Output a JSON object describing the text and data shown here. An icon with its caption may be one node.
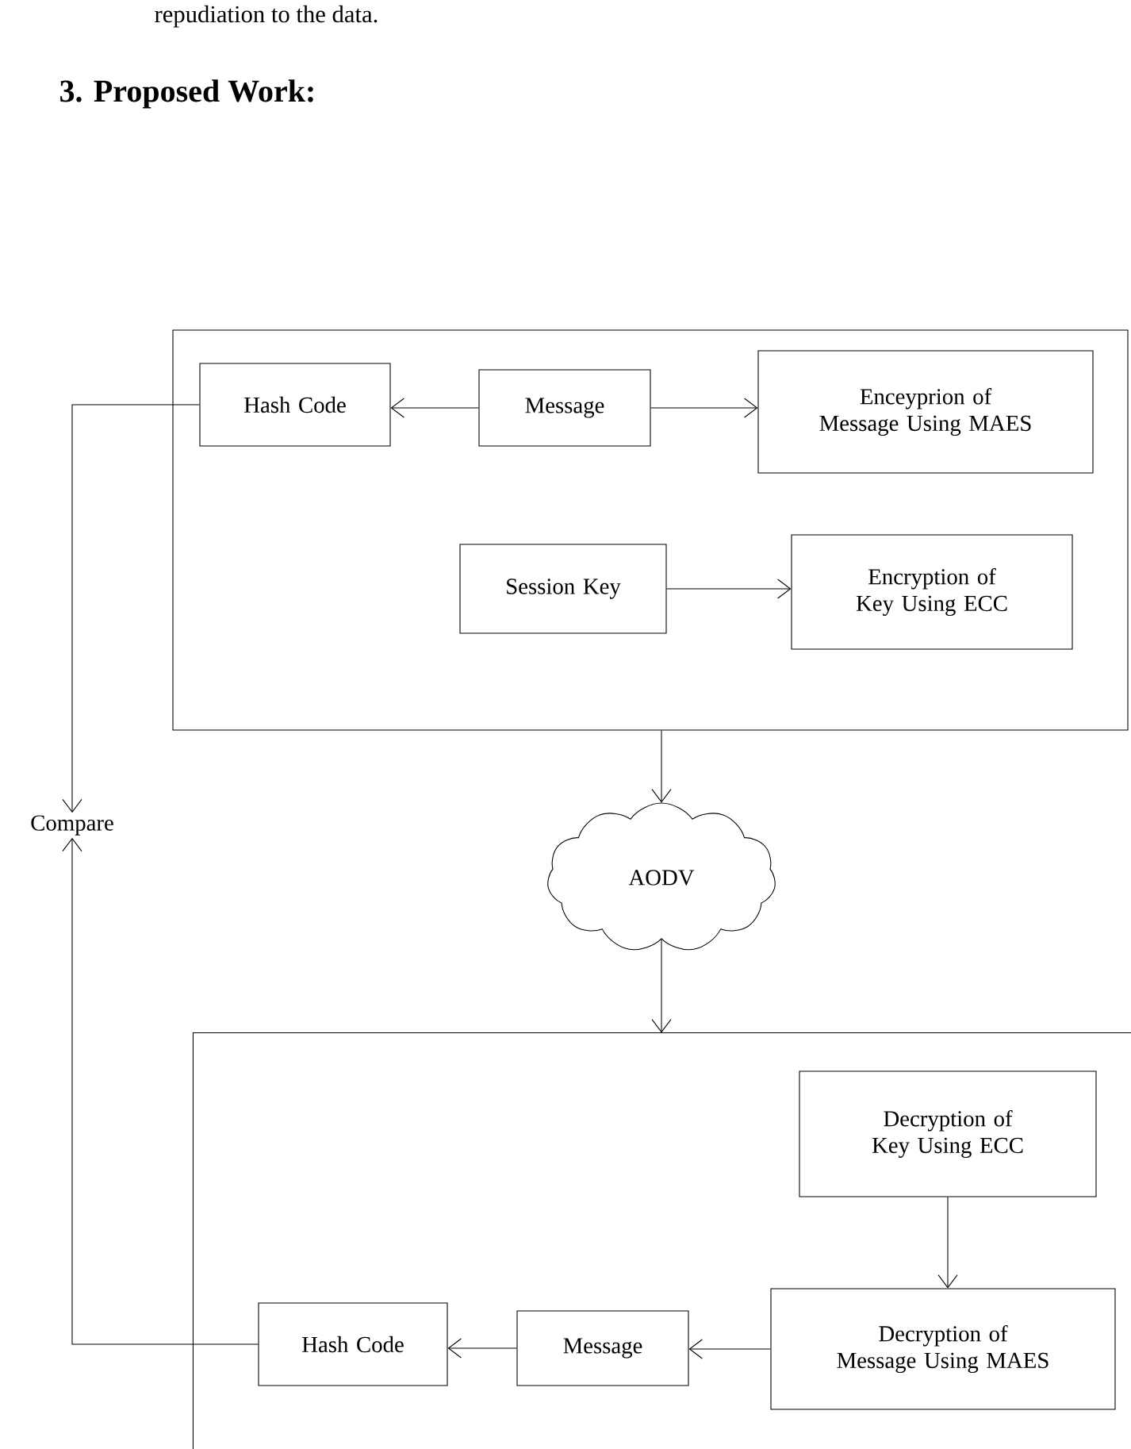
{
  "diagram": {
    "title": "3. Proposed Work:",
    "nodes": [
      {
        "text": [],
        "shape": "box"
      },
      {
        "text": [
          "Hash Code"
        ],
        "in": 0
      },
      {
        "text": [
          "Message"
        ],
        "in": 0
      },
      {
        "text": [
          "Enceyprion of Message Using MAES"
        ],
        "in": 0
      },
      {
        "text": [
          "Session Key"
        ],
        "in": 0
      },
      {
        "text": [
          "Encryption of Key Using ECC"
        ],
        "in": 0
      },
      {
        "text": [
          "Compare"
        ]
      },
      {
        "text": [
          "AODV"
        ]
      },
      {
        "text": [],
        "shape": "box"
      },
      {
        "text": [
          "Decryption of Key Using ECC"
        ],
        "in": 8
      },
      {
        "text": [
          "Decryption of Message Using MAES"
        ],
        "in": 8
      },
      {
        "text": [
          "Message"
        ],
        "in": 8
      },
      {
        "text": [
          "Hash Code"
        ],
        "in": 8
      }
    ],
    "edges": [
      {
        "from": 2,
        "to": 1,
        "arrow": "to"
      },
      {
        "from": 2,
        "to": 3,
        "arrow": "to"
      },
      {
        "from": 4,
        "to": 5,
        "arrow": "to"
      },
      {
        "from": 1,
        "to": 6,
        "arrow": "to"
      },
      {
        "from": 0,
        "to": 7,
        "arrow": "to"
      },
      {
        "from": 7,
        "to": 8,
        "arrow": "to"
      },
      {
        "from": 9,
        "to": 10,
        "arrow": "to"
      },
      {
        "from": 10,
        "to": 11,
        "arrow": "to"
      },
      {
        "from": 11,
        "to": 12,
        "arrow": "to"
      },
      {
        "from": 12,
        "to": 6,
        "arrow": "to"
      }
    ],
    "labels": [
      "repudiation to the data."
    ]
  }
}
